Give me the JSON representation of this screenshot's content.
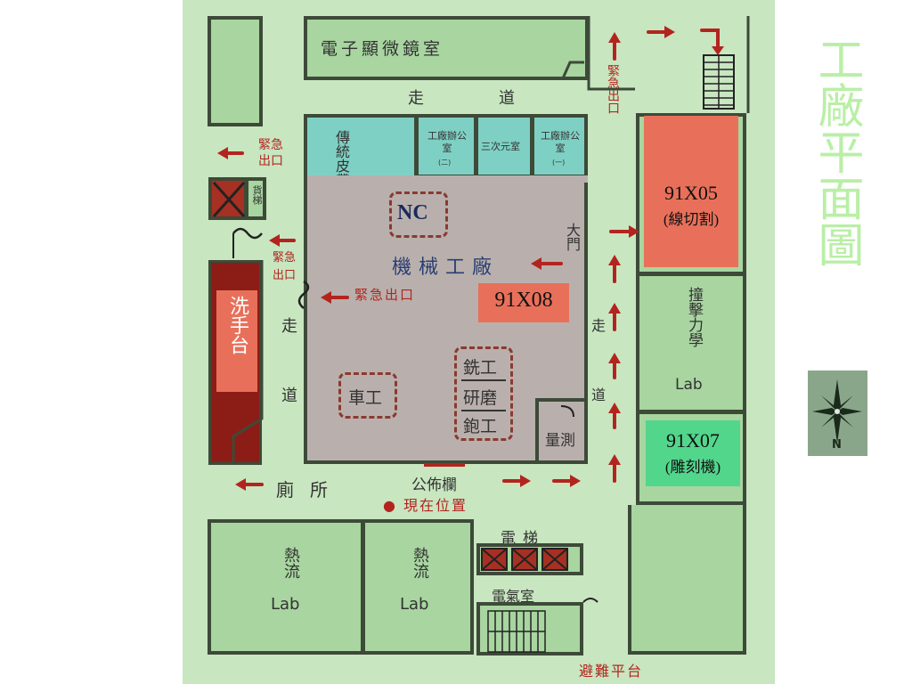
{
  "rooms": {
    "em_lab": "電子顯微鏡室",
    "belt": "傳統皮帶輪機械",
    "office2": "工廠辦公室",
    "office2_num": "(二)",
    "cad": "三次元室",
    "office1": "工廠辦公室",
    "office1_num": "(一)",
    "factory": "機械工廠",
    "nc": "NC",
    "lathe": "車工",
    "mill": [
      "銑工",
      "研磨",
      "鉋工"
    ],
    "measure": "量測",
    "freight": "貨梯",
    "impact": "撞擊力學",
    "impact_lab": "Lab",
    "heat1": "熱流",
    "heat1_lab": "Lab",
    "heat2": "熱流",
    "heat2_lab": "Lab",
    "elevator": "電梯",
    "electric": "電氣室"
  },
  "labels": {
    "corridor_top": [
      "走",
      "道"
    ],
    "corridor_left": [
      "走",
      "道"
    ],
    "corridor_right": [
      "走",
      "道"
    ],
    "main_gate": "大門",
    "toilet": "廁所",
    "bulletin": "公佈欄",
    "current_pos": "● 現在位置",
    "refuge": "避難平台",
    "exit_top": "緊急出口",
    "exit_left_top": [
      "緊急",
      "出口"
    ],
    "exit_left_mid": [
      "緊急",
      "出口"
    ],
    "exit_inner": "緊急出口"
  },
  "stickers": {
    "sink": "洗手台",
    "x05": "91X05",
    "x05_sub": "(線切割)",
    "x08": "91X08",
    "x07": "91X07",
    "x07_sub": "(雕刻機)"
  },
  "side": {
    "title": "工廠平面圖",
    "compass_letter": "N"
  },
  "colors": {
    "board": "#c8e6c0",
    "room_green": "#a8d5a0",
    "room_teal": "#7fd0c4",
    "factory_gray": "#b9b0ad",
    "arrow_red": "#b3241f",
    "sticker_salmon": "#e8705a",
    "sticker_green": "#52d68c",
    "title_green": "#b9efa6"
  }
}
